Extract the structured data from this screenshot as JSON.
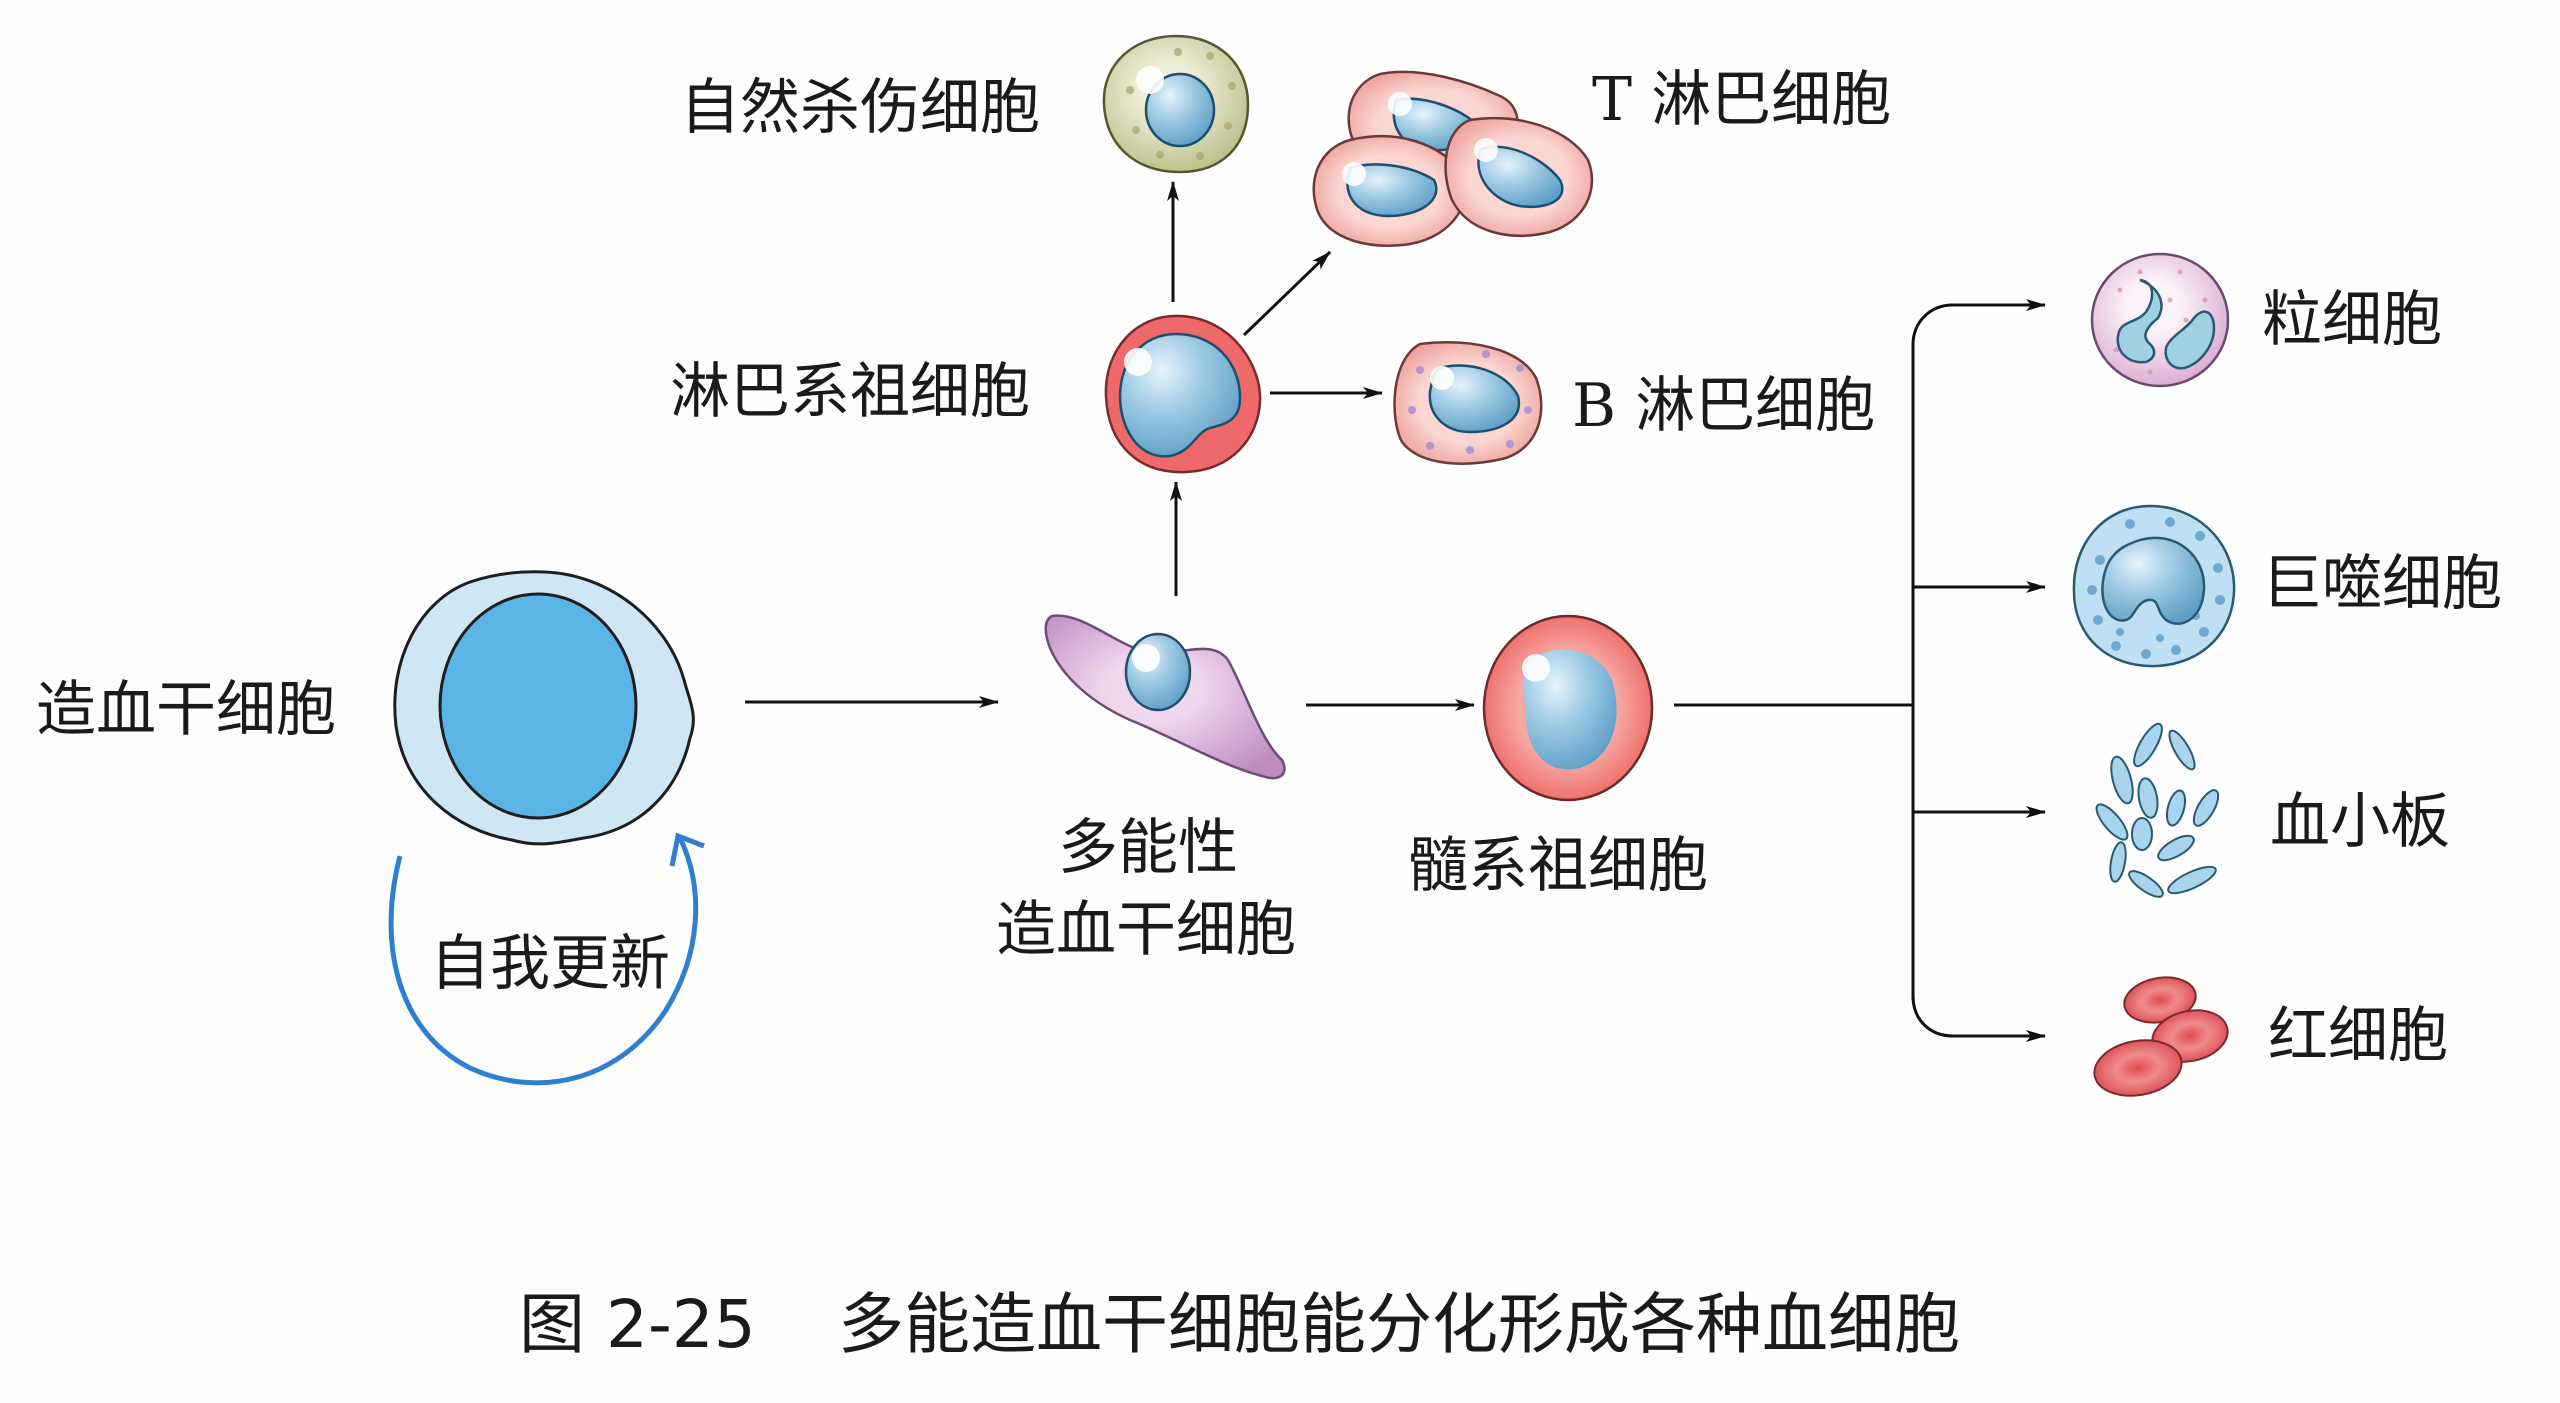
{
  "figure": {
    "caption_number": "图 2-25",
    "caption_text": "多能造血干细胞能分化形成各种血细胞"
  },
  "labels": {
    "hematopoietic_stem_cell": "造血干细胞",
    "self_renewal": "自我更新",
    "multipotent_line1": "多能性",
    "multipotent_line2": "造血干细胞",
    "lymphoid_progenitor": "淋巴系祖细胞",
    "nk_cell": "自然杀伤细胞",
    "t_cell": "T 淋巴细胞",
    "b_cell": "B 淋巴细胞",
    "myeloid_progenitor": "髓系祖细胞",
    "granulocyte": "粒细胞",
    "macrophage": "巨噬细胞",
    "platelet": "血小板",
    "red_blood_cell": "红细胞"
  },
  "colors": {
    "arrow": "#111111",
    "self_renewal_arrow": "#2f7fd0",
    "stem_cytoplasm": "#cfe6f5",
    "stem_nucleus": "#5ab4e6",
    "multipotent_cytoplasm": "#c89ac8",
    "progenitor_red": "#ee6a6a",
    "lymphocyte_pink": "#f0a4a0",
    "nk_green": "#c9cc9c",
    "nucleus_blue": "#8fbfdc",
    "granulocyte_pink": "#ead0e6",
    "macrophage_blue": "#bfe0f2",
    "platelet_blue": "#a8d4ee",
    "rbc_red": "#e0555a"
  }
}
